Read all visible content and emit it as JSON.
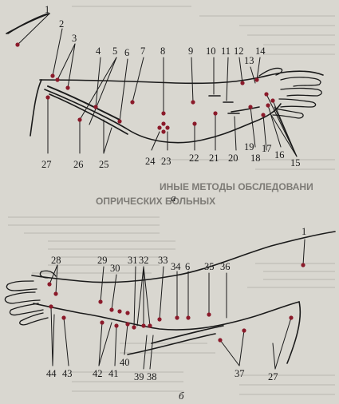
{
  "figure_a": {
    "caption": "a",
    "labels": [
      "1",
      "2",
      "3",
      "4",
      "5",
      "6",
      "7",
      "8",
      "9",
      "10",
      "11",
      "12",
      "13",
      "14",
      "15",
      "16",
      "17",
      "18",
      "19",
      "20",
      "21",
      "22",
      "23",
      "24",
      "25",
      "26",
      "27"
    ]
  },
  "figure_b": {
    "caption": "б",
    "labels": [
      "1",
      "28",
      "29",
      "30",
      "31",
      "32",
      "33",
      "34",
      "6",
      "35",
      "36",
      "27",
      "37",
      "38",
      "39",
      "40",
      "41",
      "42",
      "43",
      "44"
    ]
  },
  "background": {
    "heading_1": "ИНЫЕ МЕТОДЫ ОБСЛЕДОВАНИ",
    "heading_2": "ОПРИЧЕСКИХ БОЛЬНЫХ"
  },
  "colors": {
    "paper": "#d9d7d0",
    "ink": "#1a1a1a",
    "point": "#8b1a2a"
  }
}
